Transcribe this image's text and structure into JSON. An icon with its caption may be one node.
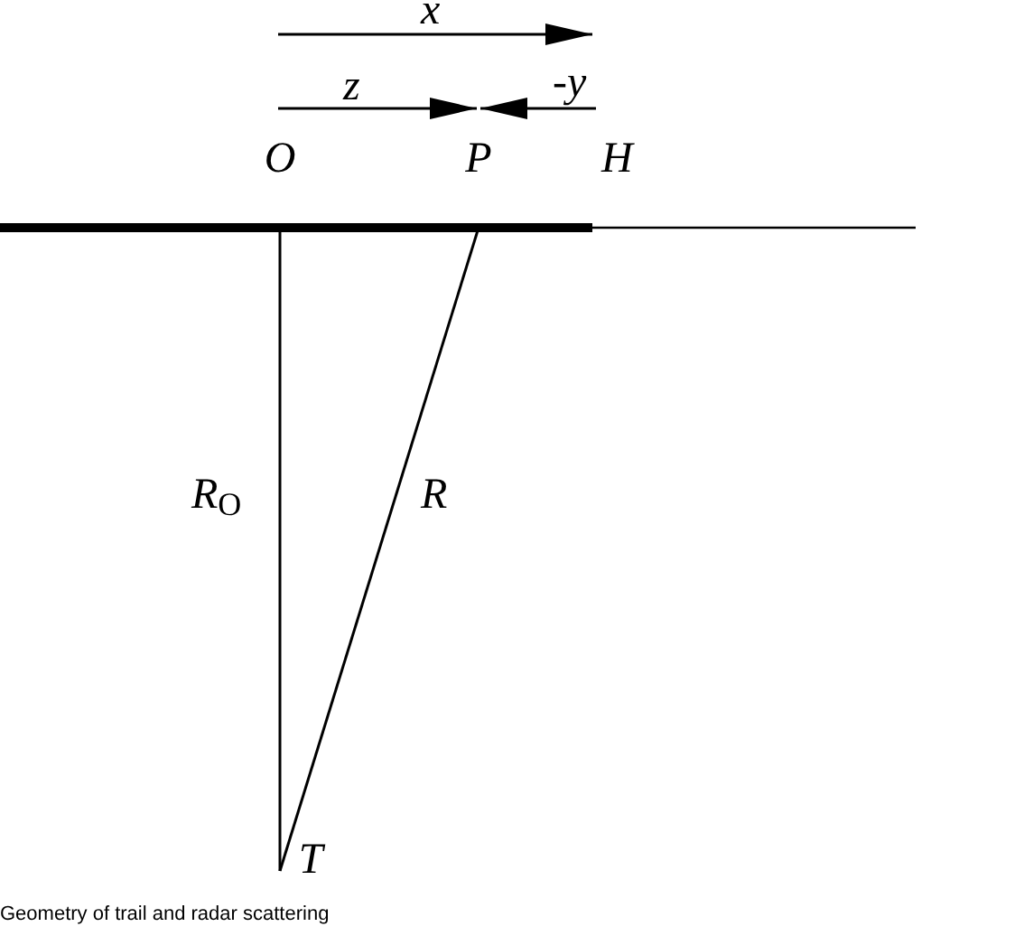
{
  "diagram": {
    "caption": "Geometry of trail and radar scattering",
    "nodes": [
      {
        "text": [
          "O"
        ]
      },
      {
        "text": [
          "P"
        ]
      },
      {
        "text": [
          "T"
        ]
      }
    ],
    "edges": [
      {
        "from": 0,
        "to": 2,
        "arrow": "none",
        "label": "R$_{O}$"
      },
      {
        "from": 1,
        "to": 2,
        "arrow": "none",
        "label": "R"
      }
    ],
    "labels": [
      "x",
      "z",
      "-y",
      "H"
    ]
  }
}
